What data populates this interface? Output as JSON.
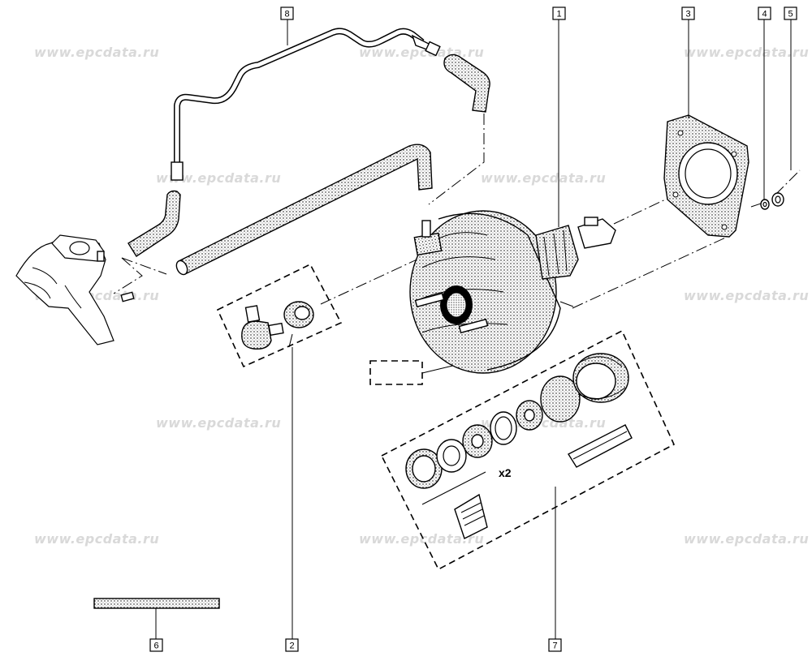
{
  "diagram": {
    "watermark_text": "www.epcdata.ru",
    "colors": {
      "ink": "#000000",
      "watermark": "#d9d9d9",
      "background": "#ffffff"
    },
    "callouts": [
      "1",
      "2",
      "3",
      "4",
      "5",
      "6",
      "7",
      "8"
    ],
    "quantity_label": "x2"
  }
}
